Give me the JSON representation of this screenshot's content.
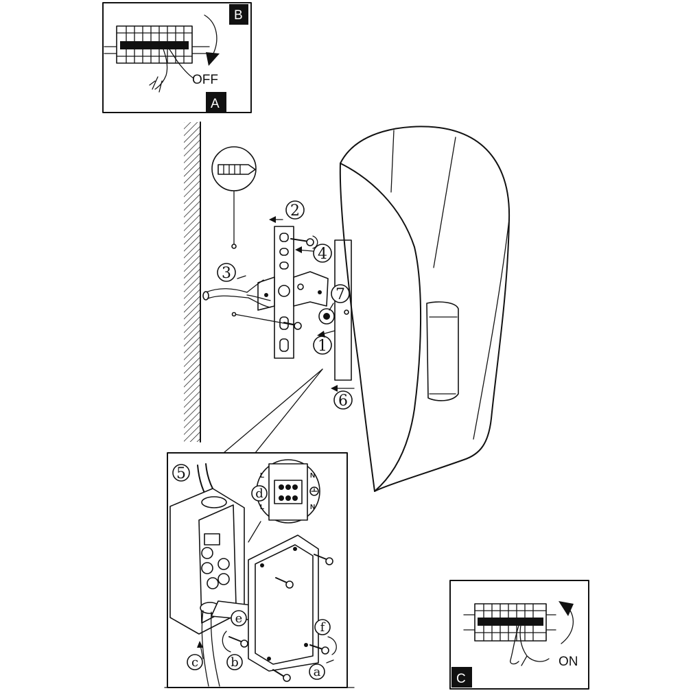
{
  "panels": {
    "off": {
      "label_top": "B",
      "label_bottom": "A",
      "action": "OFF"
    },
    "on": {
      "label": "C",
      "action": "ON"
    }
  },
  "steps": [
    "1",
    "2",
    "3",
    "4",
    "5",
    "6",
    "7"
  ],
  "detail_letters": [
    "a",
    "b",
    "c",
    "d",
    "e",
    "f"
  ],
  "terminal_labels": {
    "line": "L",
    "neutral": "N"
  }
}
